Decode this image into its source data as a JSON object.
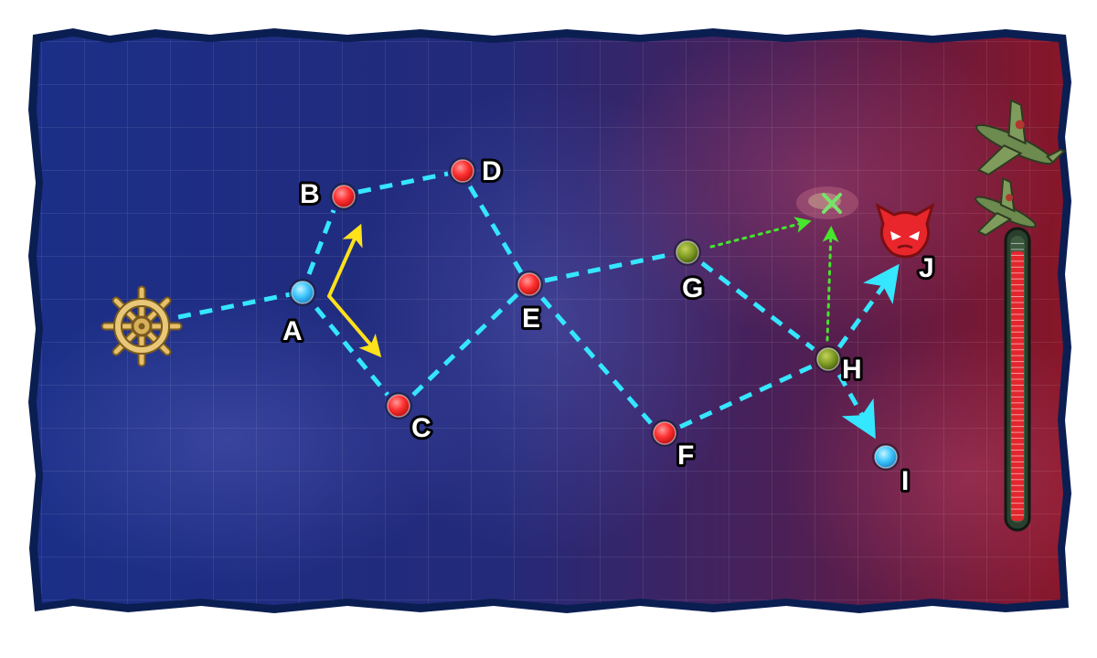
{
  "map": {
    "colors": {
      "sea_left": "#1b2f88",
      "sea_right": "#8a1526",
      "frame": "#0b1e52",
      "route": "#35e6ff",
      "arrow_yellow": "#ffe21a",
      "arrow_green": "#45e62c",
      "node_battle": "#ff3b3b",
      "node_resource": "#3fc8ff",
      "node_air": "#7d9a23",
      "boss": "#e8262b",
      "gauge_fill": "#e3262d"
    },
    "start_icon": "ship-wheel-icon",
    "boss_icon": "demon-boss-icon",
    "air_base_icon": "bomber-aircraft-icon",
    "nodes": [
      {
        "id": "node-a",
        "label": "A",
        "type": "resource"
      },
      {
        "id": "node-b",
        "label": "B",
        "type": "battle"
      },
      {
        "id": "node-c",
        "label": "C",
        "type": "battle"
      },
      {
        "id": "node-d",
        "label": "D",
        "type": "battle"
      },
      {
        "id": "node-e",
        "label": "E",
        "type": "battle"
      },
      {
        "id": "node-f",
        "label": "F",
        "type": "battle"
      },
      {
        "id": "node-g",
        "label": "G",
        "type": "air"
      },
      {
        "id": "node-h",
        "label": "H",
        "type": "air"
      },
      {
        "id": "node-i",
        "label": "I",
        "type": "resource"
      },
      {
        "id": "node-j",
        "label": "J",
        "type": "boss"
      }
    ],
    "boss_gauge": {
      "fill": 0.95,
      "segments": 48
    }
  }
}
